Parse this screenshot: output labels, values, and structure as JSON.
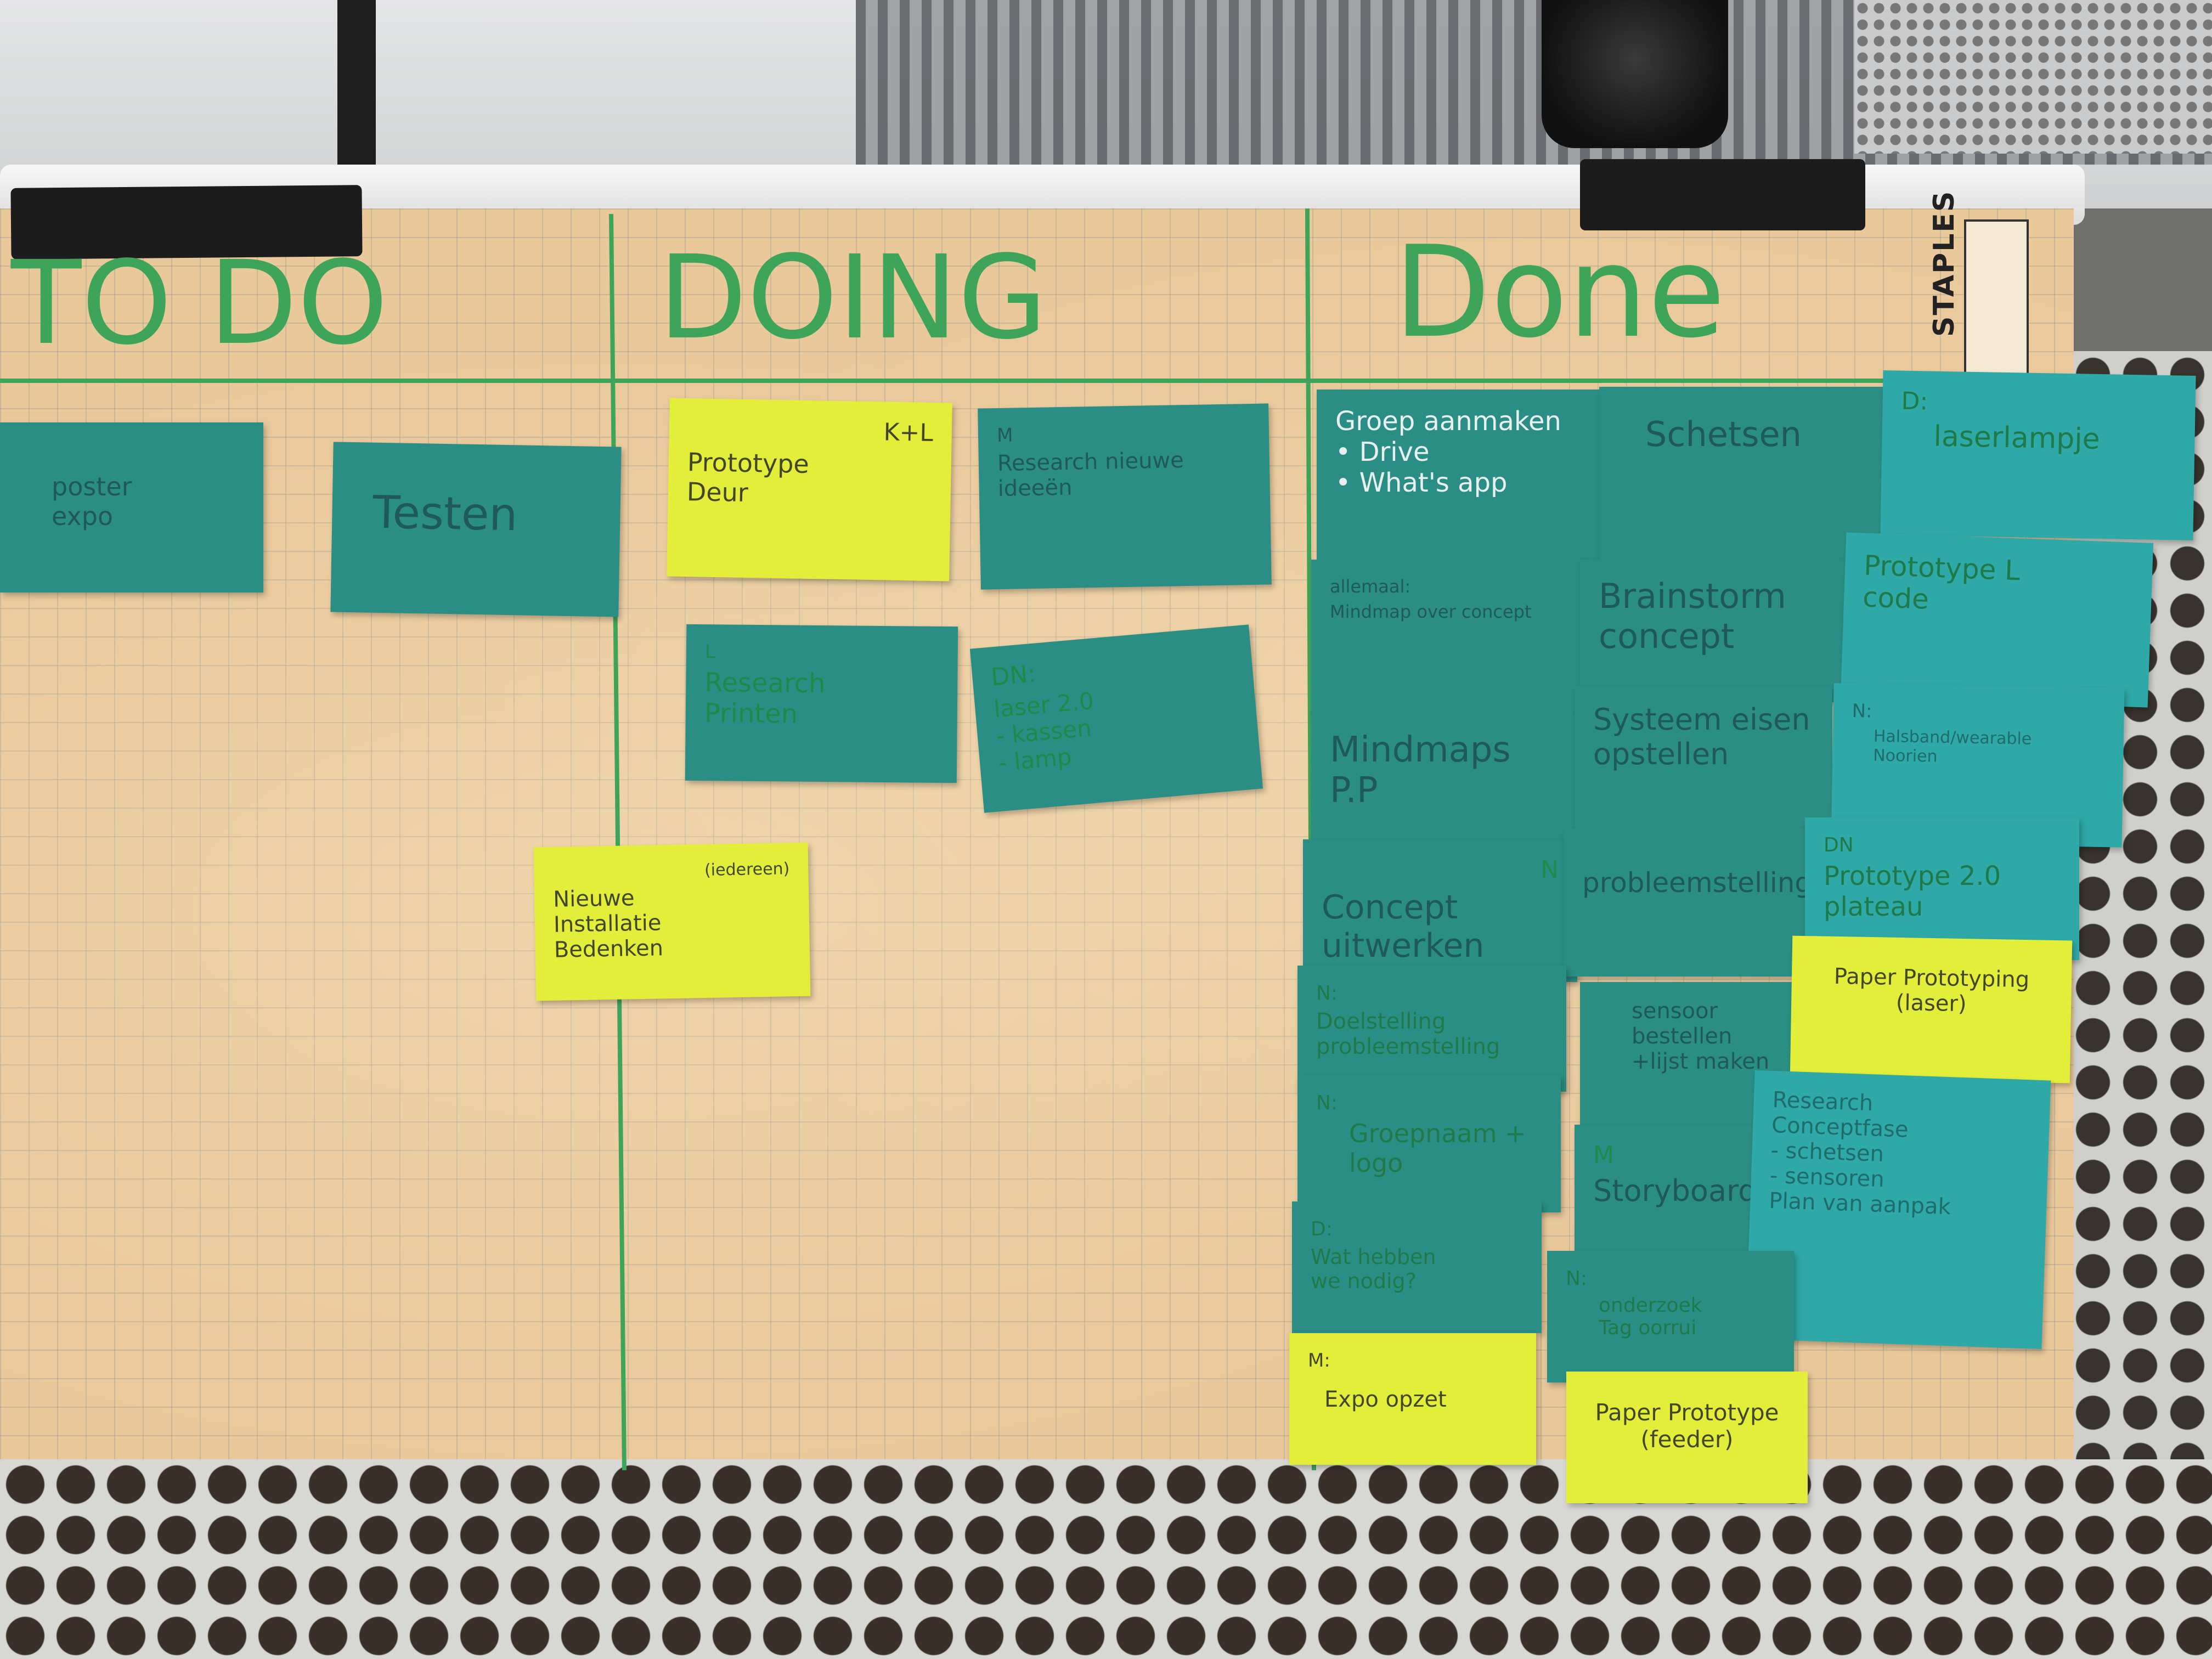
{
  "columns": {
    "todo": "TO DO",
    "doing": "DOING",
    "done": "Done"
  },
  "brand": "STAPLES",
  "notes": {
    "todo_poster": {
      "tag": "",
      "text": "poster\nexpo"
    },
    "todo_testen": {
      "tag": "",
      "text": "Testen"
    },
    "todo_nieuwe": {
      "tag": "(iedereen)",
      "text": "Nieuwe\nInstallatie\nBedenken"
    },
    "doing_prototype": {
      "tag": "K+L",
      "text": "Prototype\nDeur"
    },
    "doing_research": {
      "tag": "M",
      "text": "Research nieuwe\nideeën"
    },
    "doing_printen": {
      "tag": "L",
      "text": "Research\nPrinten"
    },
    "doing_laser": {
      "tag": "DN:",
      "text": "laser 2.0\n- kassen\n- lamp"
    },
    "done_groep": {
      "tag": "",
      "text": "Groep aanmaken\n• Drive\n• What's app"
    },
    "done_schetsen": {
      "tag": "",
      "text": "Schetsen"
    },
    "done_laserlampje": {
      "tag": "D:",
      "text": "laserlampje"
    },
    "done_allemaal": {
      "tag": "allemaal:",
      "text": "Mindmap over concept"
    },
    "done_brainstorm": {
      "tag": "",
      "text": "Brainstorm\nconcept"
    },
    "done_code": {
      "tag": "",
      "text": "Prototype L\ncode"
    },
    "done_mindmaps": {
      "tag": "",
      "text": "Mindmaps\nP.P"
    },
    "done_systeem": {
      "tag": "",
      "text": "Systeem eisen\nopstellen"
    },
    "done_halsband": {
      "tag": "N:",
      "text": "Halsband/wearable\nNoorien"
    },
    "done_concept": {
      "tag": "N",
      "text": "Concept\nuitwerken"
    },
    "done_probleem": {
      "tag": "",
      "text": "probleemstelling"
    },
    "done_proto2": {
      "tag": "DN",
      "text": "Prototype 2.0\nplateau"
    },
    "done_doel": {
      "tag": "N:",
      "text": "Doelstelling\nprobleemstelling"
    },
    "done_sensor": {
      "tag": "",
      "text": "sensoor\nbestellen\n+lijst maken"
    },
    "done_paperlaser": {
      "tag": "",
      "text": "Paper Prototyping\n(laser)"
    },
    "done_groepnaam": {
      "tag": "N:",
      "text": "Groepnaam +\nlogo"
    },
    "done_story": {
      "tag": "M",
      "text": "Storyboard"
    },
    "done_researchc": {
      "tag": "",
      "text": "Research\nConceptfase\n- schetsen\n- sensoren\nPlan van aanpak"
    },
    "done_wat": {
      "tag": "D:",
      "text": "Wat hebben\nwe nodig?"
    },
    "done_onderzoek": {
      "tag": "N:",
      "text": "onderzoek\nTag oorrui"
    },
    "done_expo": {
      "tag": "M:",
      "text": "Expo opzet"
    },
    "done_paperfeeder": {
      "tag": "",
      "text": "Paper Prototype\n(feeder)"
    }
  }
}
